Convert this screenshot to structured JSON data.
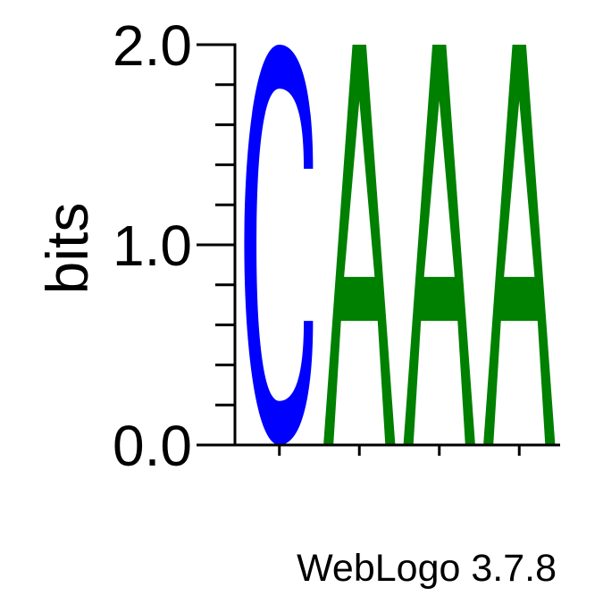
{
  "chart_data": {
    "type": "sequence-logo",
    "ylabel": "bits",
    "ylim": [
      0,
      2.0
    ],
    "major_ticks": [
      0.0,
      1.0,
      2.0
    ],
    "minor_tick_step": 0.2,
    "y_tick_labels": [
      "0.0",
      "1.0",
      "2.0"
    ],
    "positions": [
      {
        "letter": "C",
        "bits": 2.0,
        "color": "#0000ff"
      },
      {
        "letter": "A",
        "bits": 2.0,
        "color": "#008000"
      },
      {
        "letter": "A",
        "bits": 2.0,
        "color": "#008000"
      },
      {
        "letter": "A",
        "bits": 2.0,
        "color": "#008000"
      }
    ],
    "x_tick_labels": []
  },
  "footer": {
    "text": "WebLogo 3.7.8"
  }
}
